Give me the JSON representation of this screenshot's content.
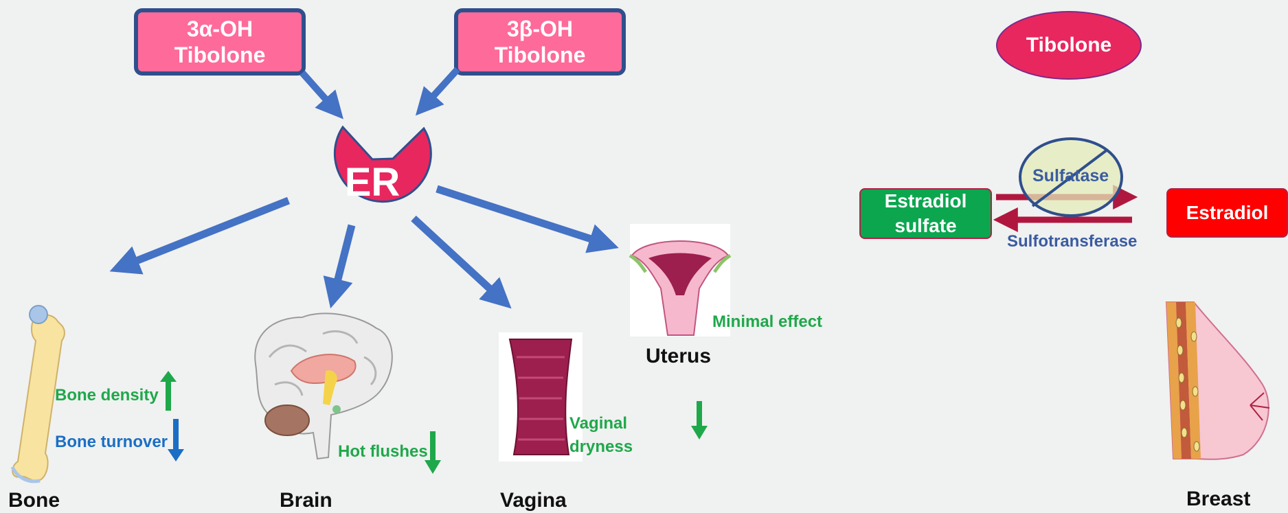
{
  "receptors": {
    "alpha": [
      "3α-OH",
      "Tibolone"
    ],
    "beta": [
      "3β-OH",
      "Tibolone"
    ],
    "er": "ER"
  },
  "tissues": {
    "bone": "Bone",
    "brain": "Brain",
    "vagina": "Vagina",
    "uterus": "Uterus",
    "breast": "Breast"
  },
  "effects": {
    "bone_density": "Bone density",
    "bone_turnover": "Bone turnover",
    "hot_flushes": "Hot flushes",
    "vaginal_dryness": [
      "Vaginal",
      "dryness"
    ],
    "minimal_effect": "Minimal effect"
  },
  "breast_panel": {
    "tibolone": "Tibolone",
    "estradiol_sulfate": [
      "Estradiol",
      "sulfate"
    ],
    "estradiol": "Estradiol",
    "sulfatase": "Sulfatase",
    "sulfotransferase": "Sulfotransferase"
  },
  "colors": {
    "arrow_blue": "#4472c4",
    "pink": "#fe6a9a",
    "er_red": "#e8275f",
    "green": "#1fa84a",
    "blue_down": "#1a6fc4",
    "crimson": "#b0173f"
  }
}
